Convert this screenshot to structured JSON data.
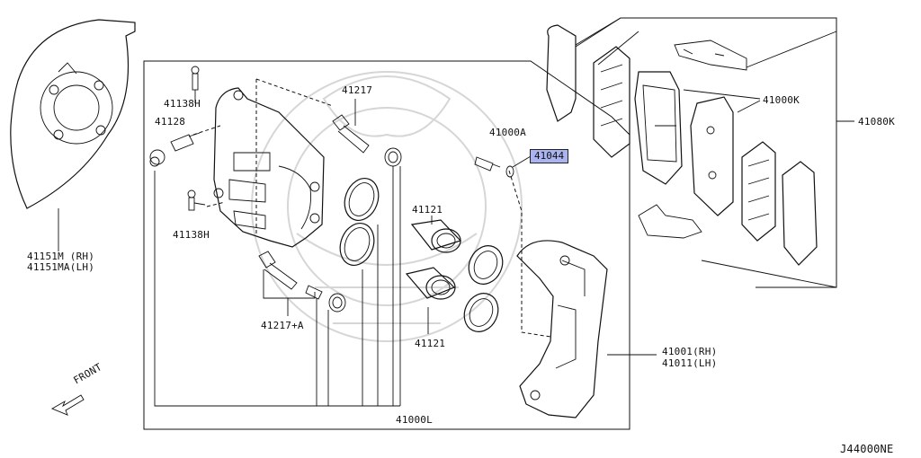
{
  "diagram_code": "J44000NE",
  "front_label": "FRONT",
  "labels": {
    "p41151": [
      "41151M (RH)",
      "41151MA(LH)"
    ],
    "p41138h_top": "41138H",
    "p41128": "41128",
    "p41138h_bot": "41138H",
    "p41217": "41217",
    "p41217a": "41217+A",
    "p41121_top": "41121",
    "p41121_bot": "41121",
    "p41000a": "41000A",
    "p41044": "41044",
    "p41000k": "41000K",
    "p41080k": "41080K",
    "p41001": [
      "41001(RH)",
      "41011(LH)"
    ],
    "p41000l": "41000L"
  },
  "colors": {
    "highlight": "#aab4f0",
    "line": "#111111"
  }
}
